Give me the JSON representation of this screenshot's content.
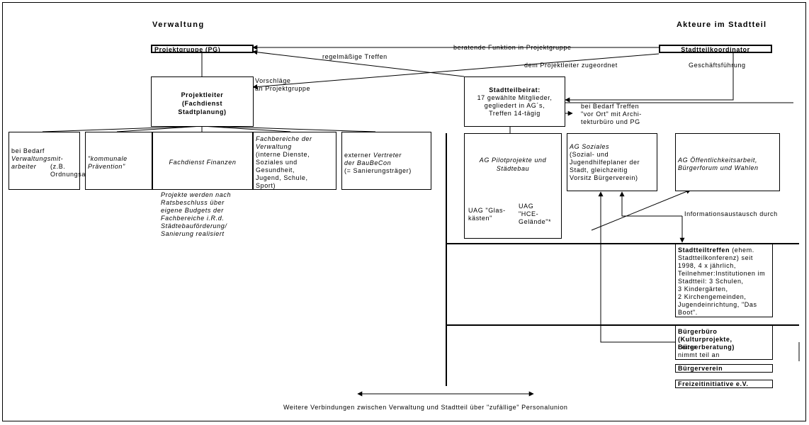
{
  "headers": {
    "left": "Verwaltung",
    "right": "Akteure im Stadtteil"
  },
  "labels": {
    "projektgruppe": "Projektgruppe (PG)",
    "stadtteilkoordinator": "Stadtteilkoordinator",
    "beratende": "beratende Funktion in Projektgruppe",
    "regelmaessige": "regelmäßige Treffen",
    "dem_projektleiter": "dem Projektleiter zugeordnet",
    "geschaeftsfuehrung": "Geschäftsführung",
    "vorschlaege": "Vorschläge\nan Projektgruppe",
    "projektleiter": "Projektleiter\n(Fachdienst\nStadtplanung)",
    "beirat_title": "Stadtteilbeirat:",
    "beirat_body": "17 gewählte Mitglieder,\ngegliedert in AG´s,\nTreffen 14-tägig",
    "bei_bedarf_treffen": "bei Bedarf Treffen\n\"vor Ort\" mit Archi-\ntekturbüro und PG",
    "bei_bedarf_verwaltung_1": "bei Bedarf",
    "bei_bedarf_verwaltung_2": "Verwaltungsmit-\narbeiter",
    "bei_bedarf_verwaltung_3": " (z.B.\nOrdnungsamt)",
    "kommunale": "\"kommunale\nPrävention\"",
    "finanzen": "Fachdienst Finanzen",
    "fachbereiche_1": "Fachbereiche der\nVerwaltung",
    "fachbereiche_2": "(interne Dienste,\nSoziales und\nGesundheit,\nJugend, Schule,\nSport)",
    "externer_1": "externer ",
    "externer_2": "Vertreter\nder BauBeCon",
    "externer_3": "(= Sanierungsträger)",
    "projekte_note": "Projekte werden nach\nRatsbeschluss über\neigene Budgets der\nFachbereiche i.R.d.\nStädtebauförderung/\nSanierung realisiert",
    "ag_pilot": "AG Pilotprojekte und\nStädtebau",
    "uag_glas": "UAG \"Glas-\nkästen\"",
    "uag_hce": "UAG\n\"HCE-\nGelände\"*",
    "ag_soziales_1": "AG Soziales",
    "ag_soziales_2": "(Sozial- und\nJugendhilfeplaner der\nStadt, gleichzeitig\nVorsitz Bürgerverein)",
    "ag_oeffentlichkeit": "AG Öffentlichkeitsarbeit,\nBürgerforum und Wahlen",
    "informationsaustausch": "Informationsaustausch durch",
    "stadtteiltreffen_title": "Stadtteiltreffen",
    "stadtteiltreffen_body": " (ehem.\nStadtteilkonferenz) seit\n1998, 4 x jährlich,\nTeilnehmer:Institutionen im\nStadtteil: 3 Schulen,\n3 Kindergärten,\n2 Kirchengemeinden,\nJugendeinrichtung, \"Das\nBoot\".",
    "buergerbuero_title": "Bürgerbüro\n(Kulturprojekte,\nBürgerberatung)",
    "buergerbuero_body": " Leiter\nnimmt teil an",
    "buergerverein": "Bürgerverein",
    "freizeitinitiative": "Freizeitinitiative e.V.",
    "weitere": "Weitere Verbindungen zwischen Verwaltung und Stadtteil über \"zufällige\" Personalunion"
  }
}
